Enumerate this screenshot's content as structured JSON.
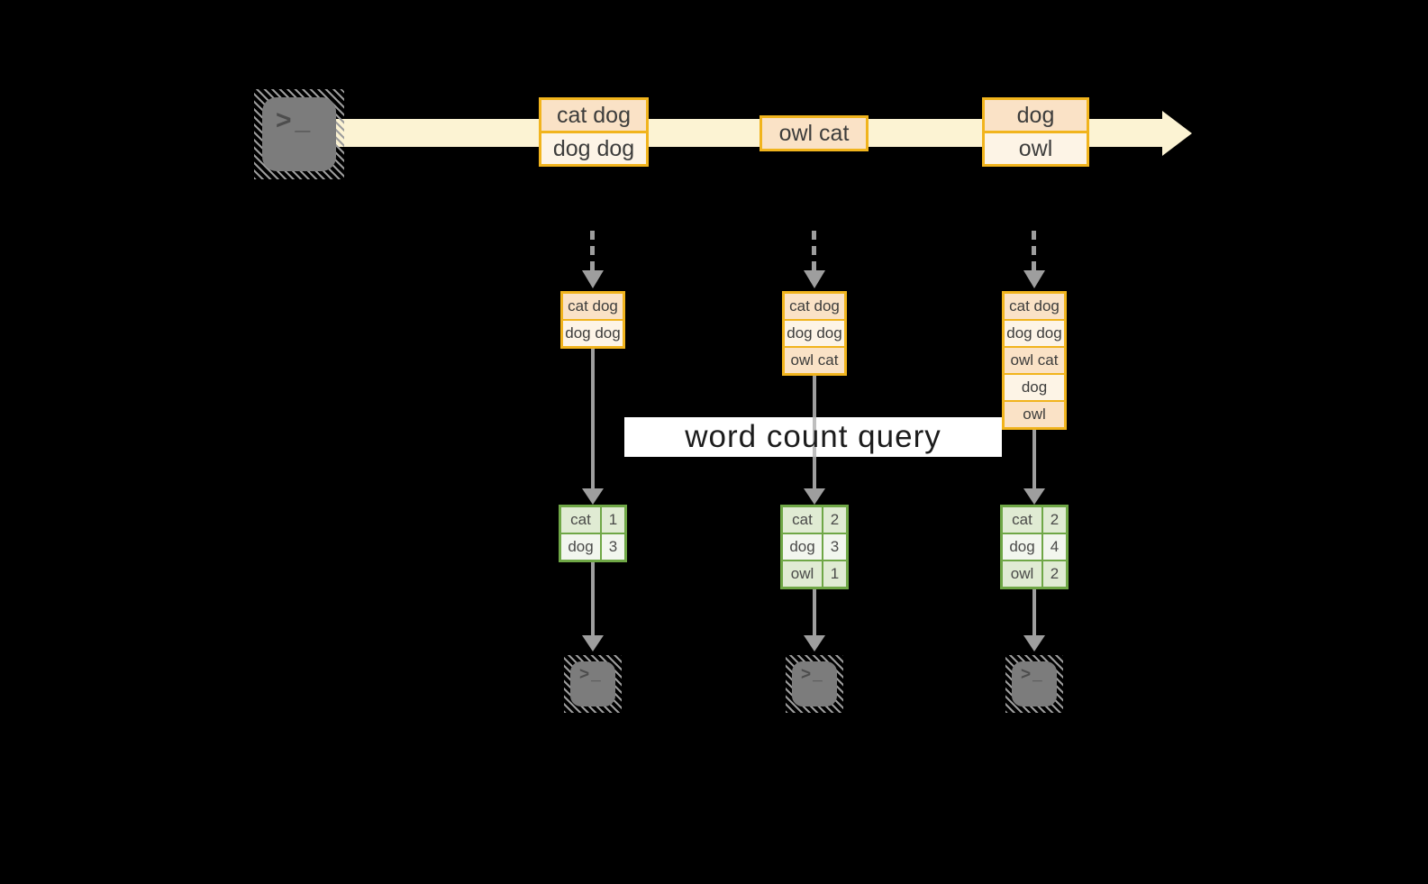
{
  "icons": {
    "terminal_glyph": ">_"
  },
  "stream": {
    "records": [
      {
        "rows": [
          "cat dog",
          "dog dog"
        ]
      },
      {
        "rows": [
          "owl cat"
        ]
      },
      {
        "rows": [
          "dog",
          "owl"
        ]
      }
    ]
  },
  "query": {
    "label": "word count query"
  },
  "operators": [
    {
      "state": [
        "cat dog",
        "dog dog"
      ],
      "result": [
        {
          "word": "cat",
          "count": "1"
        },
        {
          "word": "dog",
          "count": "3"
        }
      ]
    },
    {
      "state": [
        "cat dog",
        "dog dog",
        "owl cat"
      ],
      "result": [
        {
          "word": "cat",
          "count": "2"
        },
        {
          "word": "dog",
          "count": "3"
        },
        {
          "word": "owl",
          "count": "1"
        }
      ]
    },
    {
      "state": [
        "cat dog",
        "dog dog",
        "owl cat",
        "dog",
        "owl"
      ],
      "result": [
        {
          "word": "cat",
          "count": "2"
        },
        {
          "word": "dog",
          "count": "4"
        },
        {
          "word": "owl",
          "count": "2"
        }
      ]
    }
  ],
  "colors": {
    "orange_border": "#f1b41d",
    "peach_fill": "#fae2c6",
    "cream_fill": "#fdf4e6",
    "stream_band": "#fcf3d3",
    "green_border": "#6fa746",
    "green_cell": "#e0ebd3",
    "green_cell_light": "#f2f6ee",
    "arrow_gray": "#9e9e9e",
    "terminal_gray": "#7c7c7c",
    "label_background": "#ffffff",
    "text": "#3d3d3c"
  }
}
